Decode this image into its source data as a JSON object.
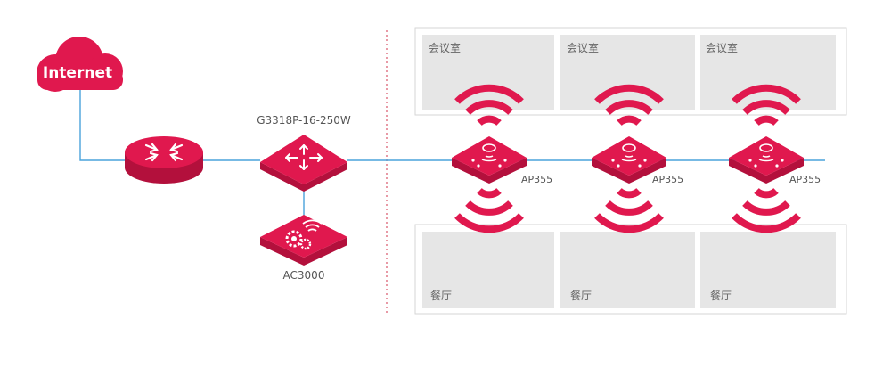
{
  "colors": {
    "brand": "#e0184e",
    "brand_dark": "#b3103c",
    "link": "#4aa3dc",
    "room_fill": "#e6e6e6",
    "panel_border": "#d6d6d6",
    "divider": "#d8566a",
    "label": "#555555",
    "room_label": "#666666"
  },
  "cloud": {
    "label": "Internet",
    "icon": "cloud-icon"
  },
  "router": {
    "icon": "router-arrows-icon"
  },
  "switch": {
    "label": "G3318P-16-250W",
    "icon": "switch-arrows-icon"
  },
  "controller": {
    "label": "AC3000",
    "icon": "gears-wifi-icon"
  },
  "meeting_rooms": [
    {
      "label": "会议室"
    },
    {
      "label": "会议室"
    },
    {
      "label": "会议室"
    }
  ],
  "dining_rooms": [
    {
      "label": "餐厅"
    },
    {
      "label": "餐厅"
    },
    {
      "label": "餐厅"
    }
  ],
  "access_points": [
    {
      "label": "AP355",
      "icon": "wifi-ap-icon"
    },
    {
      "label": "AP355",
      "icon": "wifi-ap-icon"
    },
    {
      "label": "AP355",
      "icon": "wifi-ap-icon"
    }
  ]
}
